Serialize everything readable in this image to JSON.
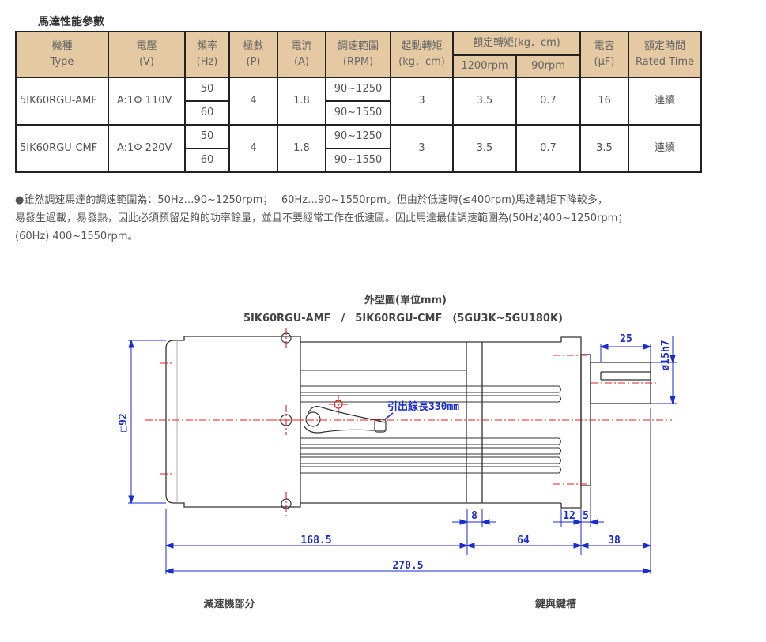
{
  "section_title": "馬達性能參數",
  "table": {
    "headers": {
      "model": [
        "機種",
        "Type"
      ],
      "voltage": [
        "電壓",
        "(V)"
      ],
      "frequency": [
        "頻率",
        "(Hz)"
      ],
      "poles": [
        "極數",
        "(P)"
      ],
      "current": [
        "電流",
        "(A)"
      ],
      "speed_range": [
        "調速範圍",
        "(RPM)"
      ],
      "starting_torque": [
        "起動轉矩",
        "(kg．cm)"
      ],
      "rated_torque": "額定轉矩(kg．cm)",
      "rated_torque_1200": "1200rpm",
      "rated_torque_90": "90rpm",
      "capacitor": [
        "電容",
        "(μF)"
      ],
      "rated_time": [
        "額定時間",
        "Rated Time"
      ]
    },
    "rows": [
      {
        "model": "5IK60RGU-AMF",
        "voltage": "A:1Φ 110V",
        "freq_1": "50",
        "freq_2": "60",
        "poles": "4",
        "current": "1.8",
        "range_1": "90~1250",
        "range_2": "90~1550",
        "starting_torque": "3",
        "torque_1200": "3.5",
        "torque_90": "0.7",
        "capacitor": "16",
        "rated_time": "連續"
      },
      {
        "model": "5IK60RGU-CMF",
        "voltage": "A:1Φ 220V",
        "freq_1": "50",
        "freq_2": "60",
        "poles": "4",
        "current": "1.8",
        "range_1": "90~1250",
        "range_2": "90~1550",
        "starting_torque": "3",
        "torque_1200": "3.5",
        "torque_90": "0.7",
        "capacitor": "3.5",
        "rated_time": "連續"
      }
    ]
  },
  "note": [
    "●雖然調速馬達的調速範圍為：50Hz…90~1250rpm；　 60Hz…90~1550rpm。但由於低速時(≤400rpm)馬達轉矩下降較多，",
    "易發生過載，易發熱，因此必須預留足夠的功率餘量，並且不要經常工作在低速區。因此馬達最佳調速範圍為(50Hz)400~1250rpm；",
    "(60Hz) 400~1550rpm。"
  ],
  "drawing": {
    "title": "外型圖(單位mm)",
    "subtitle": "5IK60RGU-AMF　/　5IK60RGU-CMF　(5GU3K~5GU180K)",
    "lead_wire_label": "引出線長330mm",
    "dims": {
      "square": "□92",
      "shaft_dia": "ø15h7",
      "shaft_len": "25",
      "gearhead_len": "168.5",
      "gap_8": "8",
      "motor_len": "64",
      "d_12": "12",
      "d_5": "5",
      "d_38": "38",
      "total": "270.5"
    },
    "label_gearhead": "減速機部分",
    "label_key": "鍵與鍵槽"
  },
  "colors": {
    "header_bg": "#e4c9a2",
    "dimension": "#1a2bd0",
    "centerline": "#e02020"
  }
}
